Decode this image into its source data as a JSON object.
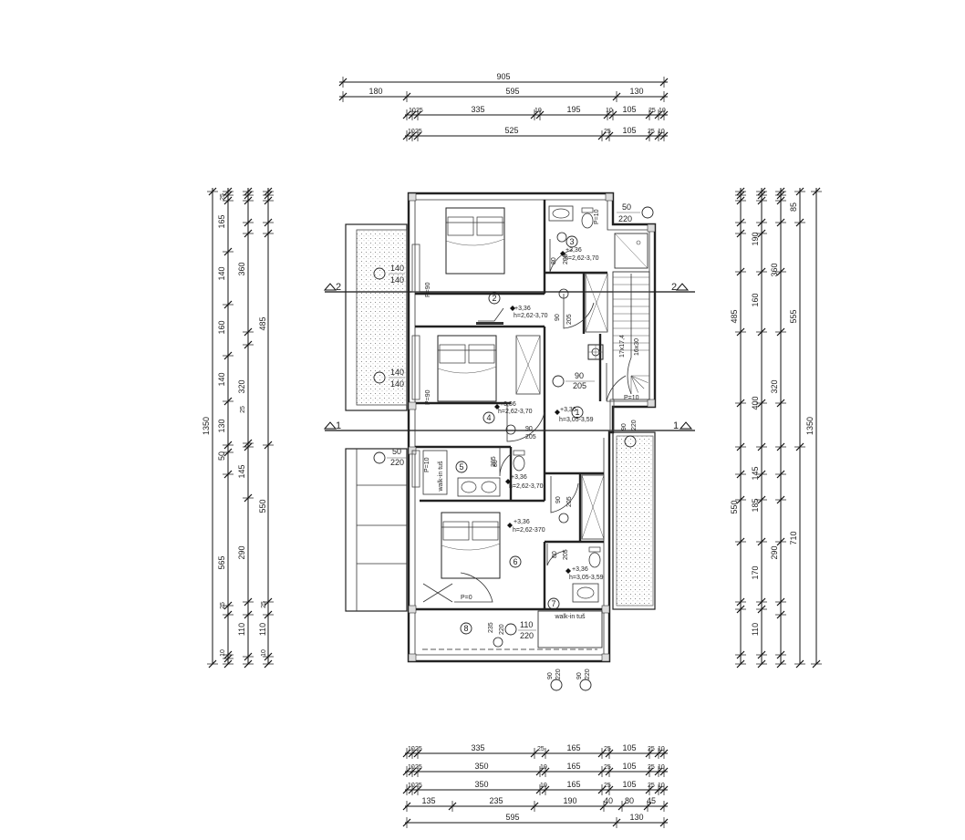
{
  "top_dims": {
    "row1": [
      "905"
    ],
    "row2": [
      "180",
      "595",
      "130"
    ],
    "row3": [
      "10",
      "25",
      "335",
      "10",
      "195",
      "10",
      "105",
      "25",
      "10"
    ],
    "row4": [
      "10",
      "25",
      "525",
      "25",
      "105",
      "25",
      "10"
    ]
  },
  "bottom_dims": {
    "row1": [
      "10",
      "25",
      "335",
      "25",
      "165",
      "25",
      "105",
      "25",
      "10"
    ],
    "row2": [
      "10",
      "25",
      "350",
      "10",
      "165",
      "25",
      "105",
      "25",
      "10"
    ],
    "row3": [
      "10",
      "25",
      "350",
      "10",
      "165",
      "25",
      "105",
      "25",
      "10"
    ],
    "row4": [
      "135",
      "235",
      "190",
      "40",
      "80",
      "45"
    ],
    "row5": [
      "595",
      "130"
    ]
  },
  "left_dims": {
    "col1": [
      "1350"
    ],
    "col2": [
      "165",
      "140",
      "160",
      "140",
      "130",
      "50",
      "565"
    ],
    "col3": [
      "360",
      "485",
      "320",
      "145",
      "550",
      "290",
      "110"
    ],
    "col4": [
      "25",
      "25",
      "25",
      "25",
      "110",
      "10",
      "10"
    ]
  },
  "right_dims": {
    "col1": [
      "190",
      "360",
      "160",
      "400",
      "320",
      "145",
      "185",
      "290",
      "170",
      "110"
    ],
    "col2": [
      "485",
      "550"
    ],
    "col3": [
      "85",
      "555",
      "1350",
      "710"
    ]
  },
  "sections": {
    "a": "2",
    "b": "1"
  },
  "rooms": [
    "1",
    "2",
    "3",
    "4",
    "5",
    "6",
    "7",
    "8"
  ],
  "openings": [
    {
      "w": "140",
      "h": "140"
    },
    {
      "w": "140",
      "h": "140"
    },
    {
      "w": "50",
      "h": "220"
    },
    {
      "w": "50",
      "h": "220"
    },
    {
      "w": "90",
      "h": "205"
    },
    {
      "w": "110",
      "h": "220"
    },
    {
      "w": "90",
      "h": "220"
    },
    {
      "w": "90",
      "h": "220"
    }
  ],
  "labels": {
    "p90a": "P=90",
    "p90b": "P=90",
    "p10a": "P=10",
    "p10b": "P=10",
    "p0": "P=0",
    "lvl1": "+3,36",
    "h1": "h=2,62-3,70",
    "h2": "h=2,62-3,70",
    "h3": "h=3,05-3,59",
    "h4": "h=2,62-3,70",
    "h5": "h=2,62-370",
    "h6": "h=3,05-3,59",
    "walk_in": "walk-in tuš",
    "d1": "80",
    "d1h": "205",
    "d2": "90",
    "d2h": "205",
    "d3": "80",
    "d3h": "205",
    "d4": "90",
    "d4h": "205",
    "d5": "80",
    "d5h": "205",
    "d6": "235",
    "stair1": "17x17,4",
    "stair2": "16x30",
    "w90": "90",
    "w220": "220"
  }
}
